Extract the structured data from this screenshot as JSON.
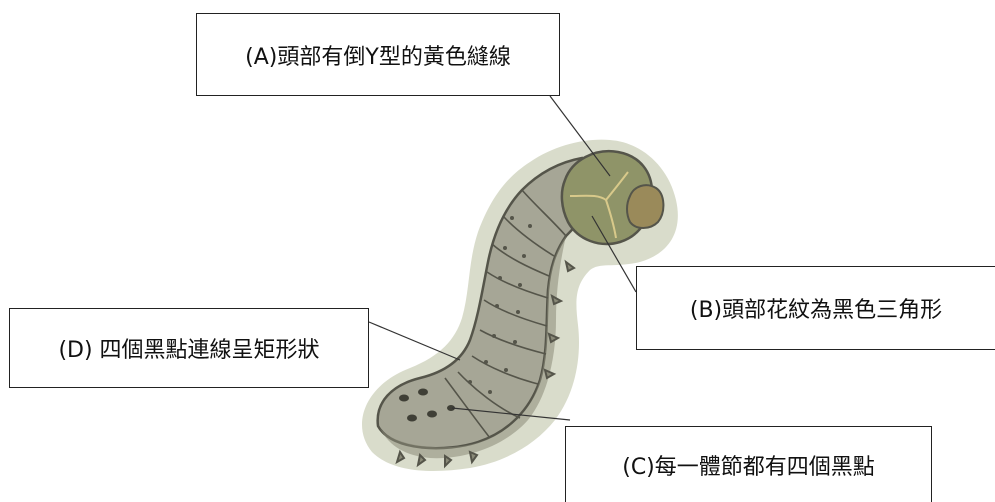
{
  "labels": {
    "a": "(A)頭部有倒Y型的黃色縫線",
    "b": "(B)頭部花紋為黑色三角形",
    "c": "(C)每一體節都有四個黑點",
    "d": "(D) 四個黑點連線呈矩形狀"
  },
  "colors": {
    "halo": "#d9dccb",
    "body": "#a6a696",
    "body_shadow": "#8a8a78",
    "outline": "#55554a",
    "head": "#8f9468",
    "mouth": "#9a8a5a",
    "y_suture": "#d8c98a",
    "spot": "#3f3f36",
    "leader": "#333333"
  }
}
